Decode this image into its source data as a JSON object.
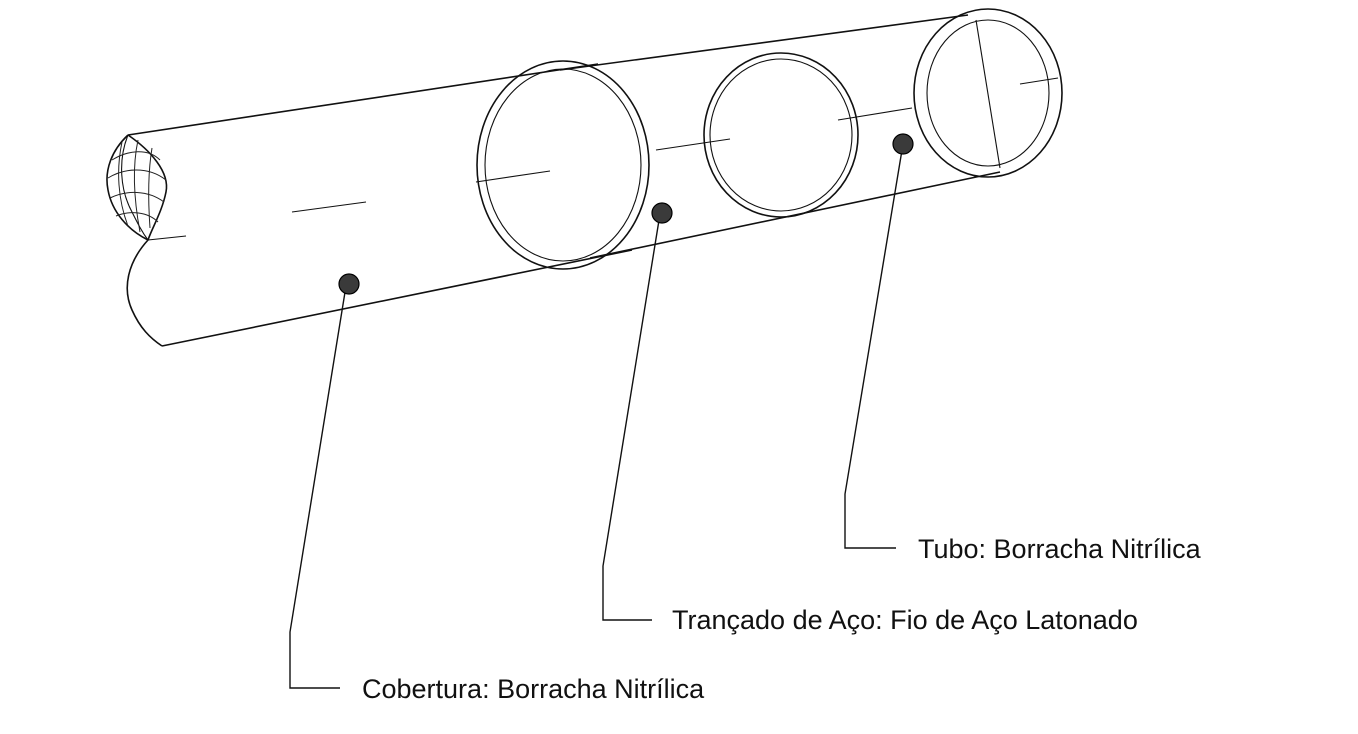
{
  "labels": {
    "tubo": "Tubo: Borracha Nitrílica",
    "trancado": "Trançado de Aço: Fio de Aço Latonado",
    "cobertura": "Cobertura: Borracha Nitrílica"
  },
  "colors": {
    "line": "#111111",
    "marker": "#3a3a3a",
    "background": "#ffffff"
  }
}
